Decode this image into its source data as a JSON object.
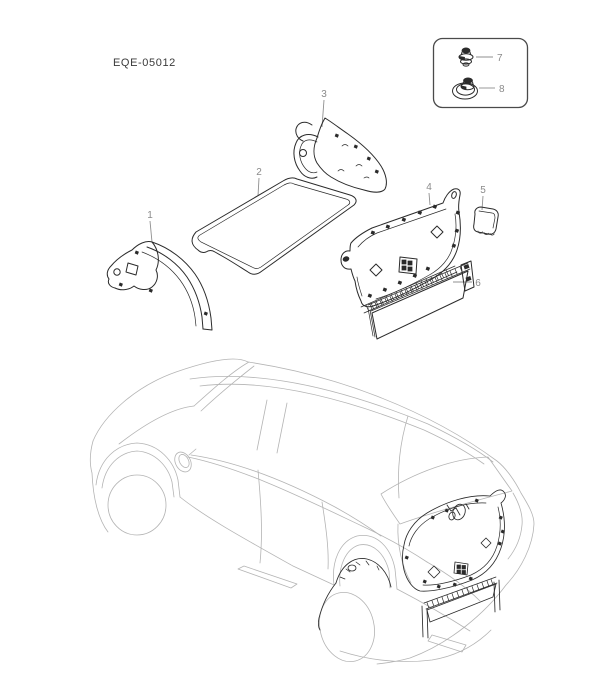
{
  "page": {
    "title_code": "EQE-05012",
    "background": "#ffffff"
  },
  "colors": {
    "part_line": "#2b2b2b",
    "car_line": "#b4b4b4",
    "label_text": "#8a8a8a",
    "leader_line": "#8f8f8f",
    "code_text": "#3a3a3a",
    "box_line": "#4a4a4a",
    "page_bg": "#ffffff"
  },
  "callouts": [
    {
      "label": "1"
    },
    {
      "label": "2"
    },
    {
      "label": "3"
    },
    {
      "label": "4"
    },
    {
      "label": "5"
    },
    {
      "label": "6"
    },
    {
      "label": "7"
    },
    {
      "label": "8"
    }
  ]
}
